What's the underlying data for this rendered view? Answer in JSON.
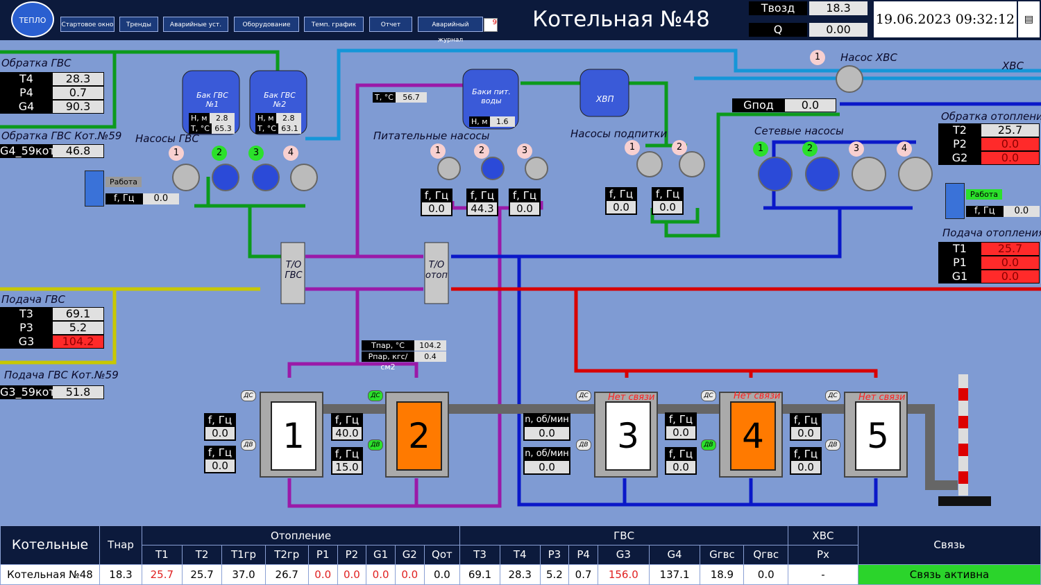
{
  "header": {
    "logo_text": "ТЕПЛО",
    "nav": [
      "Стартовое окно",
      "Тренды",
      "Аварийные уст.",
      "Оборудование",
      "Темп. график",
      "Отчет",
      "Аварийный журнал"
    ],
    "alarm_count": "9",
    "title": "Котельная №48",
    "tvozd_label": "Твозд",
    "tvozd_value": "18.3",
    "q_label": "Q",
    "q_value": "0.00",
    "datetime": "19.06.2023 09:32:12"
  },
  "labels": {
    "obratka_gvs": "Обратка ГВС",
    "obratka_gvs_59": "Обратка ГВС Кот.№59",
    "podacha_gvs": "Подача ГВС",
    "podacha_gvs_59": "Подача ГВС Кот.№59",
    "nasosy_gvs": "Насосы ГВС",
    "pitat_nasosy": "Питательные насосы",
    "nasosy_podpitki": "Насосы подпитки",
    "setevye_nasosy": "Сетевые насосы",
    "nasos_hvs": "Насос ХВС",
    "hvs": "ХВС",
    "obratka_otopl": "Обратка отопления",
    "podacha_otopl": "Подача отопления",
    "bak_gvs1": "Бак ГВС №1",
    "bak_gvs2": "Бак ГВС №2",
    "baki_pit": "Баки пит. воды",
    "hvp": "ХВП",
    "to_gvs": "Т/О ГВС",
    "to_otop": "Т/О отоп",
    "rabota": "Работа",
    "f_hz": "f, Гц",
    "n_rpm": "n, об/мин",
    "no_link": "Нет связи",
    "ds": "ДС",
    "dv": "ДВ"
  },
  "obratka_gvs": [
    {
      "k": "T4",
      "v": "28.3"
    },
    {
      "k": "P4",
      "v": "0.7"
    },
    {
      "k": "G4",
      "v": "90.3"
    }
  ],
  "g4_59": {
    "k": "G4_59кот",
    "v": "46.8"
  },
  "podacha_gvs": [
    {
      "k": "T3",
      "v": "69.1"
    },
    {
      "k": "P3",
      "v": "5.2"
    },
    {
      "k": "G3",
      "v": "104.2"
    }
  ],
  "g3_59": {
    "k": "G3_59кот",
    "v": "51.8"
  },
  "obratka_otopl": [
    {
      "k": "T2",
      "v": "25.7"
    },
    {
      "k": "P2",
      "v": "0.0"
    },
    {
      "k": "G2",
      "v": "0.0"
    }
  ],
  "podacha_otopl": [
    {
      "k": "T1",
      "v": "25.7"
    },
    {
      "k": "P1",
      "v": "0.0"
    },
    {
      "k": "G1",
      "v": "0.0"
    }
  ],
  "gpod": {
    "k": "Gпод",
    "v": "0.0"
  },
  "bak1": {
    "h_k": "H, м",
    "h": "2.8",
    "t_k": "T, °C",
    "t": "65.3"
  },
  "bak2": {
    "h_k": "H, м",
    "h": "2.8",
    "t_k": "T, °C",
    "t": "63.1"
  },
  "baki_pit_h": {
    "k": "H, м",
    "v": "1.6"
  },
  "t_pit": {
    "k": "T, °C",
    "v": "56.7"
  },
  "gvs_drive_f": "0.0",
  "otopl_drive_f": "0.0",
  "pit_f": [
    "0.0",
    "44.3",
    "0.0"
  ],
  "podp_f": [
    "0.0",
    "0.0"
  ],
  "tpar": {
    "k": "Tпар, °C",
    "v": "104.2"
  },
  "ppar": {
    "k": "Pпар, кгс/см2",
    "v": "0.4"
  },
  "boilers": [
    {
      "num": "1",
      "fire": false,
      "no_link": false,
      "f1": "0.0",
      "f2": "0.0"
    },
    {
      "num": "2",
      "fire": true,
      "no_link": false,
      "f1": "40.0",
      "f2": "15.0"
    },
    {
      "num": "3",
      "fire": false,
      "no_link": true,
      "f1": "0.0",
      "f2": "0.0"
    },
    {
      "num": "4",
      "fire": true,
      "no_link": true,
      "f1": "0.0",
      "f2": "0.0"
    },
    {
      "num": "5",
      "fire": false,
      "no_link": true,
      "f1": "0.0",
      "f2": "0.0"
    }
  ],
  "boiler3_n": [
    "0.0",
    "0.0"
  ],
  "bottom": {
    "kotelnye": "Котельные",
    "tnar": "Tнар",
    "otoplenie": "Отопление",
    "gvs": "ГВС",
    "hvs": "ХВС",
    "svyaz": "Связь",
    "cols": [
      "T1",
      "T2",
      "T1гр",
      "T2гр",
      "P1",
      "P2",
      "G1",
      "G2",
      "Qот",
      "T3",
      "T4",
      "P3",
      "P4",
      "G3",
      "G4",
      "Gгвс",
      "Qгвс",
      "Px"
    ],
    "row_name": "Котельная №48",
    "tnar_val": "18.3",
    "vals": [
      "25.7",
      "25.7",
      "37.0",
      "26.7",
      "0.0",
      "0.0",
      "0.0",
      "0.0",
      "0.0",
      "69.1",
      "28.3",
      "5.2",
      "0.7",
      "156.0",
      "137.1",
      "18.9",
      "0.0",
      "-"
    ],
    "link": "Связь активна"
  },
  "colors": {
    "bg": "#7f9bd3",
    "gvs_green": "#0c9a1c",
    "cold_blue": "#1596d8",
    "hot_red": "#d80000",
    "heat_blue": "#0a18c8",
    "purple": "#9a1aa8",
    "yellow": "#c8c800"
  }
}
